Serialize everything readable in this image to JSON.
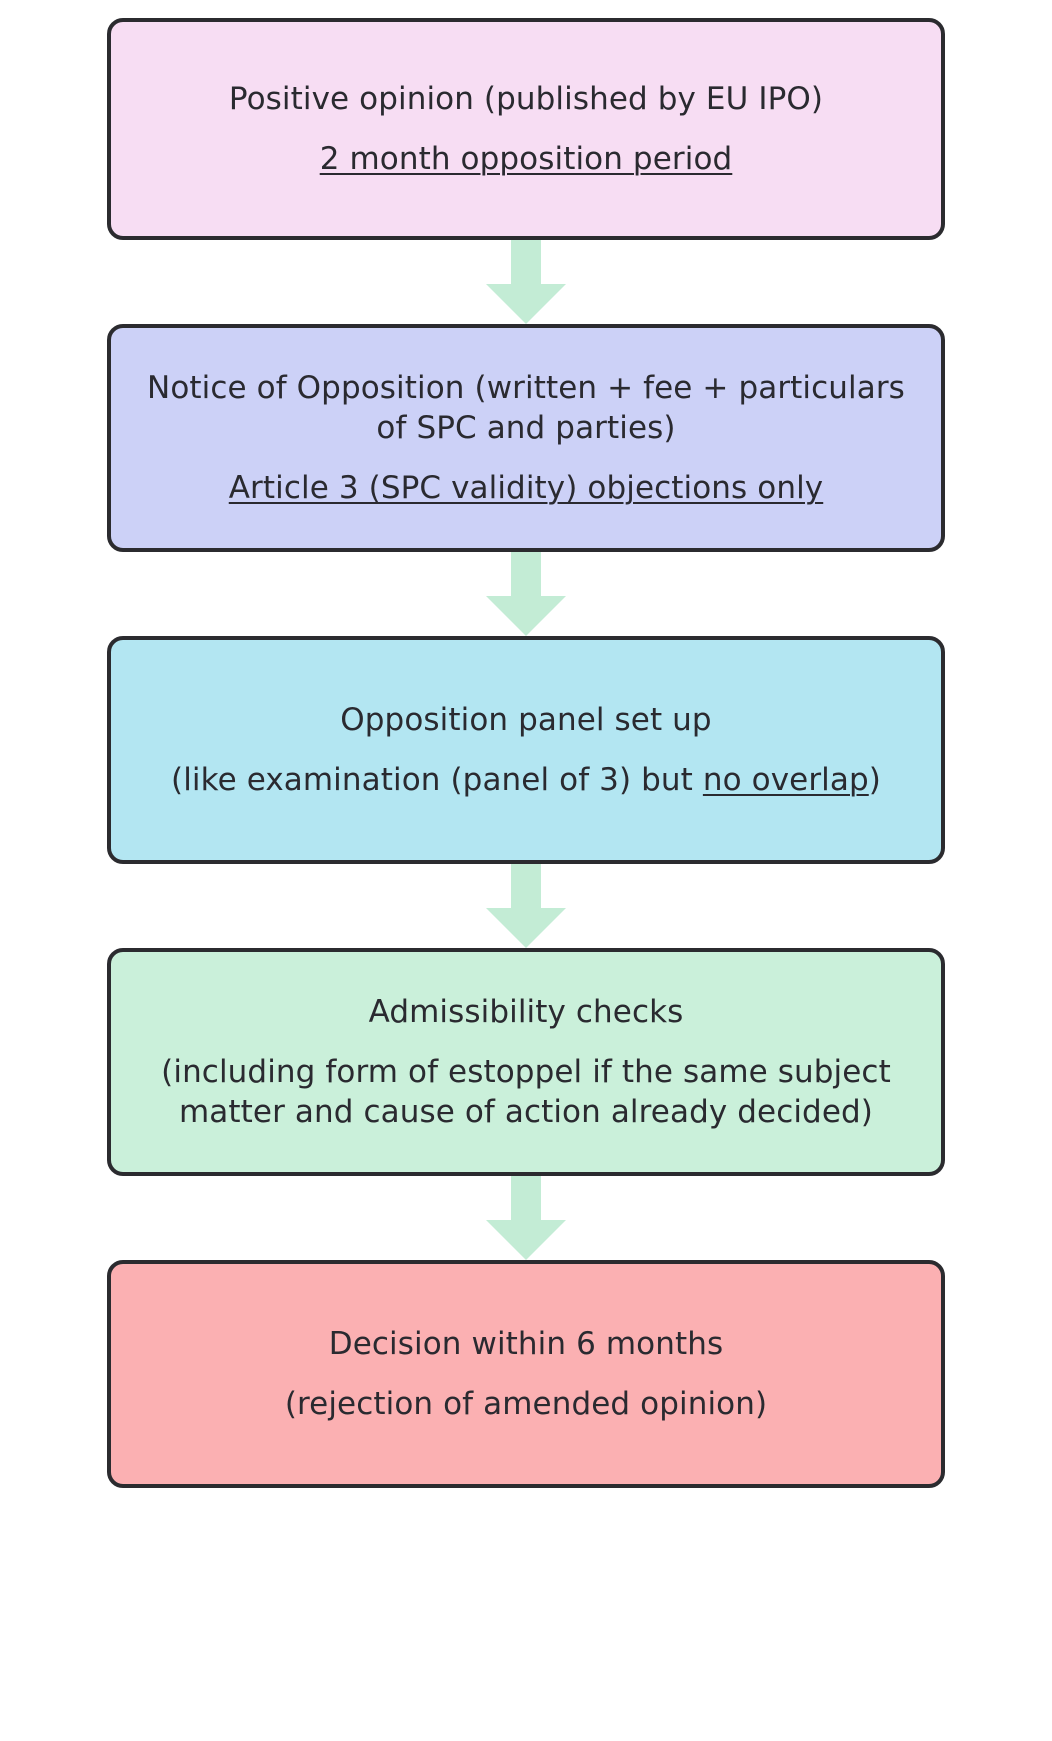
{
  "diagram": {
    "title": "EU SPC opposition procedure flow",
    "type": "vertical-flowchart",
    "arrow_color": "#c3ecd5",
    "border_color": "#2b2b2f",
    "text_color": "#2a2a30",
    "background": "#ffffff",
    "nodes": [
      {
        "id": "positive-opinion",
        "fill": "#f7ddf3",
        "lines": [
          {
            "text": "Positive opinion (published by EU IPO)",
            "underline": false
          },
          {
            "text": "2 month opposition period",
            "underline": true
          }
        ]
      },
      {
        "id": "notice-of-opposition",
        "fill": "#ccd1f7",
        "lines": [
          {
            "text": "Notice of Opposition (written + fee + particulars of SPC and parties)",
            "underline": false
          },
          {
            "text": "Article 3 (SPC validity) objections only",
            "underline": true
          }
        ]
      },
      {
        "id": "opposition-panel",
        "fill": "#b3e6f2",
        "lines": [
          {
            "text": "Opposition panel set up",
            "underline": false
          },
          {
            "text": "(like examination (panel of 3) but no overlap)",
            "underline": false,
            "underline_part": "no overlap"
          }
        ]
      },
      {
        "id": "admissibility-checks",
        "fill": "#caf0da",
        "lines": [
          {
            "text": "Admissibility checks",
            "underline": false
          },
          {
            "text": "(including form of estoppel if the same subject matter and cause of action already decided)",
            "underline": false
          }
        ]
      },
      {
        "id": "decision",
        "fill": "#fbb0b2",
        "lines": [
          {
            "text": "Decision within 6 months",
            "underline": false
          },
          {
            "text": "(rejection of amended opinion)",
            "underline": false
          }
        ]
      }
    ],
    "connectors": [
      {
        "from": "positive-opinion",
        "to": "notice-of-opposition",
        "shape": "down-arrow"
      },
      {
        "from": "notice-of-opposition",
        "to": "opposition-panel",
        "shape": "down-arrow"
      },
      {
        "from": "opposition-panel",
        "to": "admissibility-checks",
        "shape": "down-arrow"
      },
      {
        "from": "admissibility-checks",
        "to": "decision",
        "shape": "down-arrow"
      }
    ]
  }
}
